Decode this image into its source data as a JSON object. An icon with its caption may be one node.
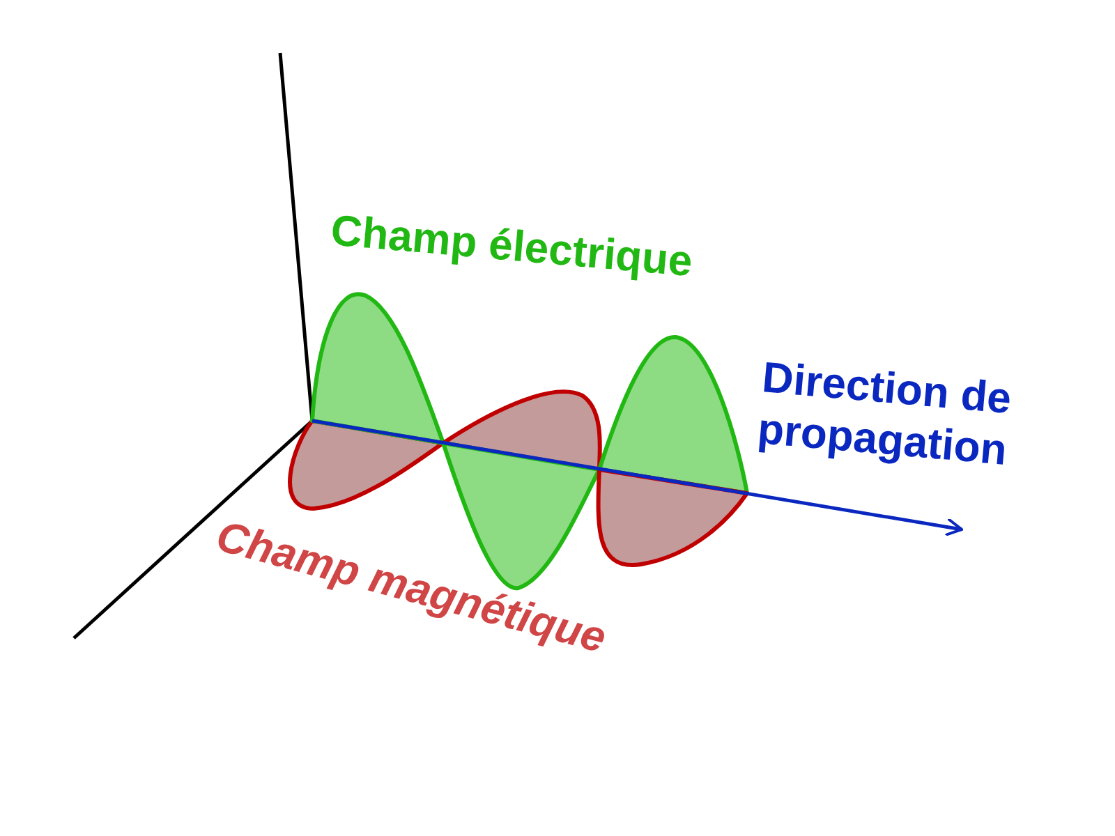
{
  "diagram": {
    "labels": [
      "Champ électrique",
      "Direction de propagation",
      "Champ magnétique"
    ]
  }
}
